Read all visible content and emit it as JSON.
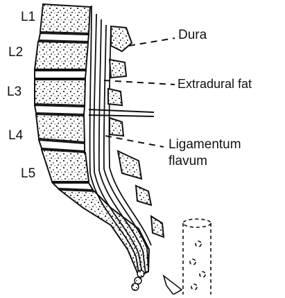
{
  "vertebrae": [
    "L1",
    "L2",
    "L3",
    "L4",
    "L5"
  ],
  "labels": {
    "dura": "Dura",
    "extradural_fat": "Extradural fat",
    "ligamentum_line1": "Ligamentum",
    "ligamentum_line2": "flavum"
  },
  "colors": {
    "ink": "#111111",
    "bone_fill": "#d9d9d9",
    "background": "#ffffff"
  }
}
